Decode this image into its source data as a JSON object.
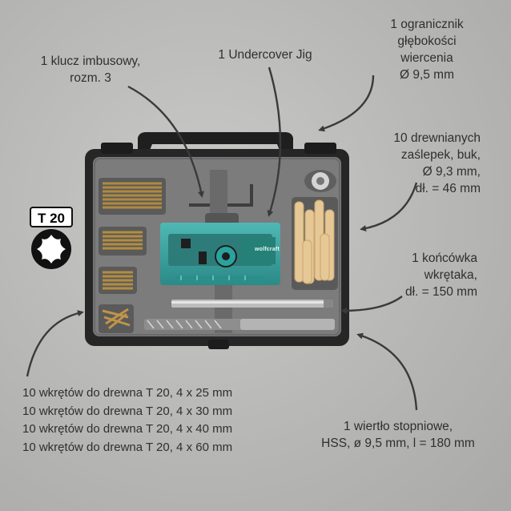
{
  "labels": {
    "hex_key": [
      "1 klucz imbusowy,",
      "rozm. 3"
    ],
    "jig": "1 Undercover Jig",
    "depth_stop": [
      "1 ogranicznik",
      "głębokości",
      "wiercenia",
      "Ø 9,5 mm"
    ],
    "dowels": [
      "10 drewnianych",
      "zaślepek, buk,",
      "Ø 9,3 mm,",
      "dł. = 46 mm"
    ],
    "bit": [
      "1 końcówka",
      "wkrętaka,",
      "dł. = 150 mm"
    ],
    "screws": [
      "10 wkrętów do drewna T 20, 4 x 25 mm",
      "10 wkrętów do drewna T 20, 4 x 30 mm",
      "10 wkrętów do drewna T 20, 4 x 40 mm",
      "10 wkrętów do drewna T 20, 4 x 60 mm"
    ],
    "drill": [
      "1 wiertło stopniowe,",
      "HSS, ø 9,5 mm, l = 180 mm"
    ]
  },
  "torx": {
    "label": "T 20",
    "icon": "torx-icon"
  },
  "jig_brand": "wolfcraft",
  "colors": {
    "jig": "#3aa3a0",
    "case": "#2b2b2b",
    "tray": "#7c7c7c",
    "text": "#2f2f2f"
  }
}
